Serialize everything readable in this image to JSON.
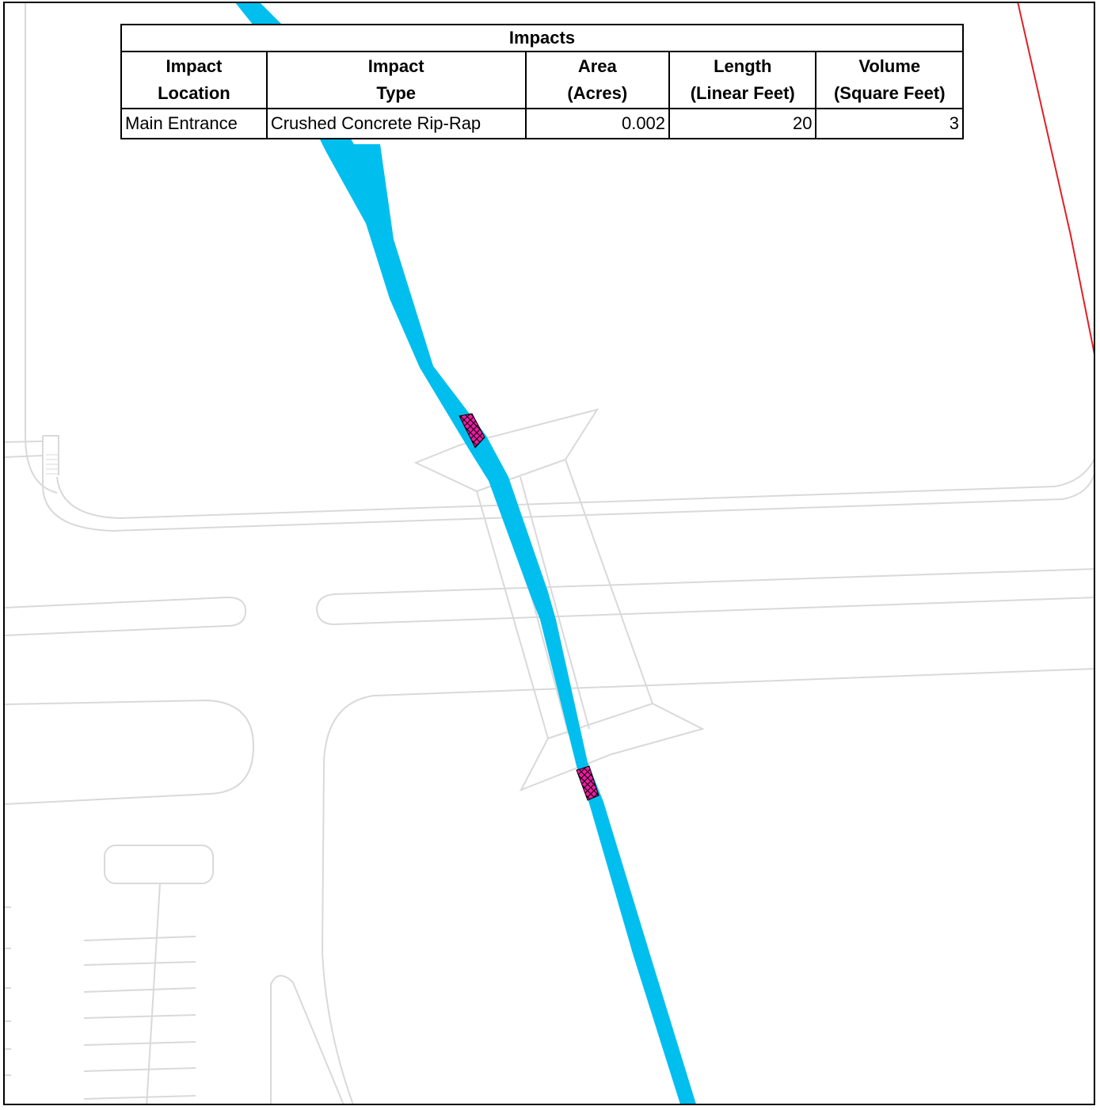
{
  "table": {
    "title": "Impacts",
    "headers": [
      {
        "line1": "Impact",
        "line2": "Location"
      },
      {
        "line1": "Impact",
        "line2": "Type"
      },
      {
        "line1": "Area",
        "line2": "(Acres)"
      },
      {
        "line1": "Length",
        "line2": "(Linear Feet)"
      },
      {
        "line1": "Volume",
        "line2": "(Square Feet)"
      }
    ],
    "rows": [
      {
        "location": "Main Entrance",
        "type": "Crushed Concrete Rip-Rap",
        "area": "0.002",
        "length": "20",
        "volume": "3"
      }
    ]
  },
  "colors": {
    "stream": "#00bfef",
    "impact_fill": "#ee1ba5",
    "boundary": "#e11f26",
    "linework": "#d9d9d9",
    "border": "#000000"
  }
}
